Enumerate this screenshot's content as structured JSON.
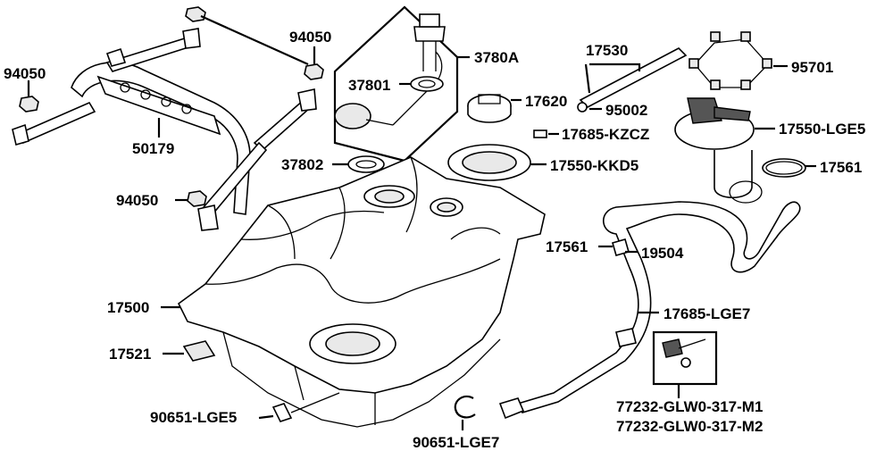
{
  "labels": {
    "p94050_top": "94050",
    "p94050_left": "94050",
    "p94050_bottom": "94050",
    "p50179": "50179",
    "p37801": "37801",
    "p3780A": "3780A",
    "p37802": "37802",
    "p17530": "17530",
    "p17620": "17620",
    "p95002": "95002",
    "p17685_kzcz": "17685-KZCZ",
    "p17550_kkd5": "17550-KKD5",
    "p95701": "95701",
    "p17550_lge5": "17550-LGE5",
    "p17561_right": "17561",
    "p17561_mid": "17561",
    "p19504": "19504",
    "p17500": "17500",
    "p17521": "17521",
    "p17685_lge7": "17685-LGE7",
    "p90651_lge5": "90651-LGE5",
    "p90651_lge7": "90651-LGE7",
    "p77232_m1": "77232-GLW0-317-M1",
    "p77232_m2": "77232-GLW0-317-M2"
  }
}
